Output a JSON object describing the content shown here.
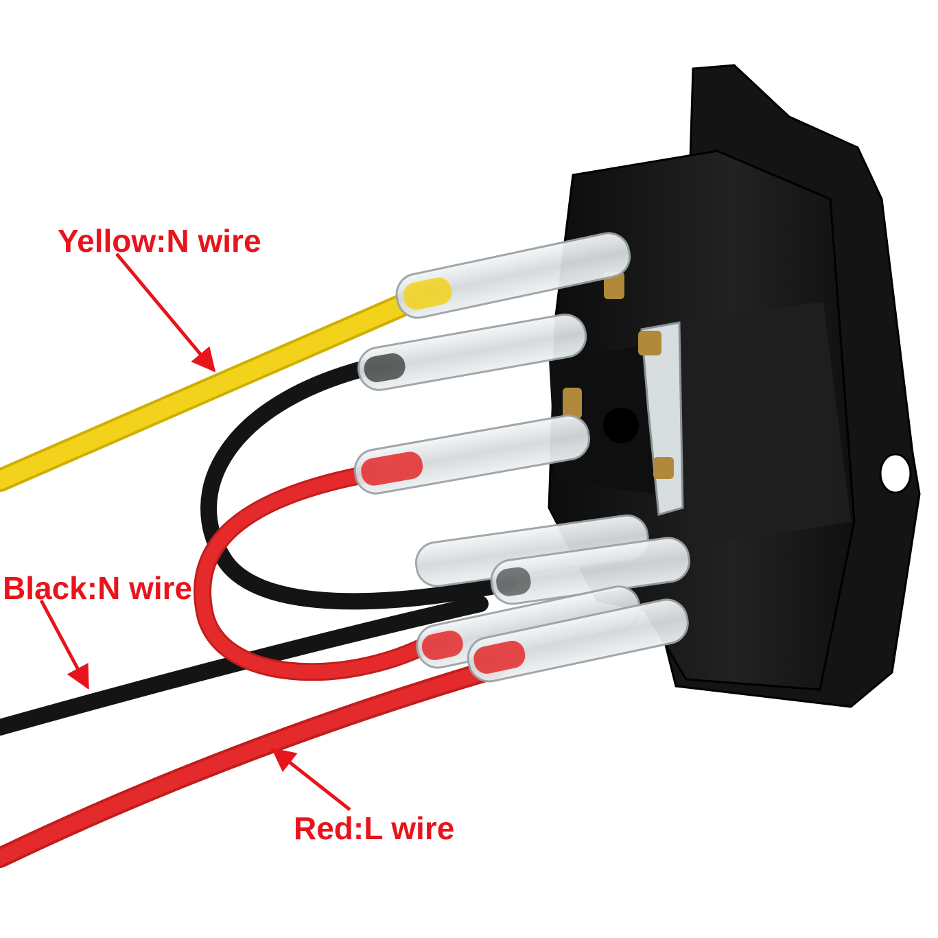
{
  "labels": {
    "yellow_wire": "Yellow:N wire",
    "black_wire": "Black:N wire",
    "red_wire": "Red:L wire"
  },
  "colors": {
    "label_text": "#e8141c",
    "arrow": "#e8141c",
    "yellow_wire": "#f2d21b",
    "black_wire": "#141414",
    "red_wire": "#e42a2a",
    "socket_body": "#1b1b1b",
    "terminal_sleeve": "#dfe3e6",
    "background": "#ffffff"
  },
  "icons": {
    "arrow_yellow": "arrow-icon",
    "arrow_black": "arrow-icon",
    "arrow_red": "arrow-icon"
  }
}
